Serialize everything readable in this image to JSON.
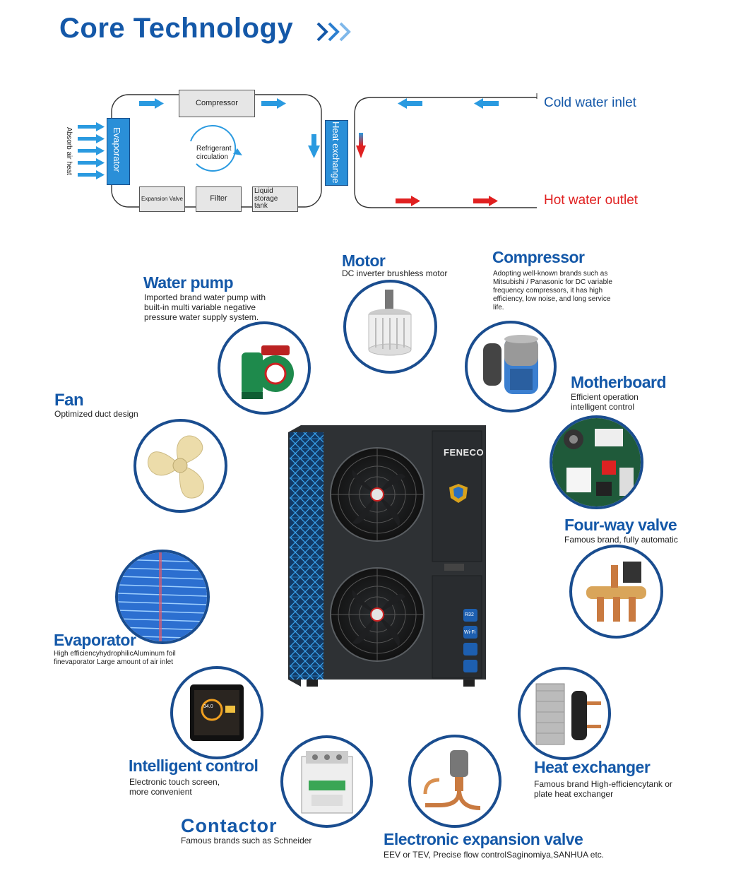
{
  "title": "Core Technology",
  "cycle": {
    "compressor": "Compressor",
    "evaporator": "Evaporator",
    "absorb": "Absorb air heat",
    "refrigerant": [
      "Refrigerant",
      "circulation"
    ],
    "expansion_valve": "Expansion Valve",
    "filter": "Filter",
    "liquid_tank": [
      "Liquid storage",
      "tank"
    ],
    "heat_exchange": "Heat exchange",
    "cold_inlet": "Cold water inlet",
    "hot_outlet": "Hot water outlet"
  },
  "colors": {
    "brand_blue": "#1458a8",
    "ring": "#1a4d8f",
    "cold_arrow": "#2a9ae0",
    "hot_arrow": "#e02020"
  },
  "features": {
    "motor": {
      "title": "Motor",
      "desc": "DC inverter brushless motor"
    },
    "compressor": {
      "title": "Compressor",
      "desc": [
        "Adopting well-known brands such as",
        "Mitsubishi / Panasonic for DC variable",
        "frequency compressors, it has high",
        "efficiency, low noise, and long service",
        "life."
      ]
    },
    "water_pump": {
      "title": "Water pump",
      "desc": [
        "Imported brand water pump with",
        "built-in multi variable negative",
        "pressure water supply system."
      ]
    },
    "fan": {
      "title": "Fan",
      "desc": "Optimized duct design"
    },
    "motherboard": {
      "title": "Motherboard",
      "desc": [
        "Efficient operation",
        "intelligent control"
      ]
    },
    "four_way_valve": {
      "title": "Four-way valve",
      "desc": "Famous brand, fully automatic"
    },
    "evaporator": {
      "title": "Evaporator",
      "desc": [
        "High efficiencyhydrophilicAluminum foil",
        "finevaporator Large amount of air inlet"
      ]
    },
    "intelligent_control": {
      "title": "Intelligent control",
      "desc": [
        "Electronic touch screen,",
        "more convenient"
      ],
      "screen_temp": "34.0"
    },
    "heat_exchanger": {
      "title": "Heat exchanger",
      "desc": [
        "Famous brand High-efficiencytank or",
        "plate heat exchanger"
      ]
    },
    "contactor": {
      "title": "Contactor",
      "desc": "Famous brands such as Schneider"
    },
    "eev": {
      "title": "Electronic expansion valve",
      "desc": "EEV or TEV, Precise flow controlSaginomiya,SANHUA etc."
    }
  },
  "unit": {
    "brand": "FENECO",
    "refrigerant_badge": "R32",
    "wifi_badge": "Wi-Fi"
  }
}
